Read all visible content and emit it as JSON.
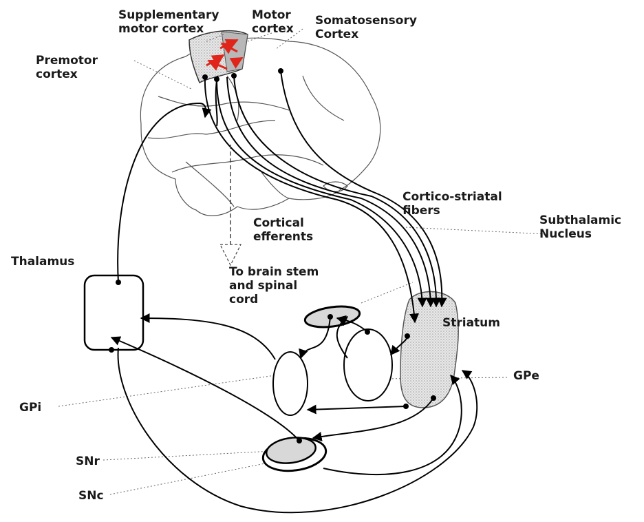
{
  "labels": {
    "supplementary_motor_cortex": "Supplementary\nmotor cortex",
    "motor_cortex": "Motor\ncortex",
    "somatosensory_cortex": "Somatosensory\nCortex",
    "premotor_cortex": "Premotor\ncortex",
    "cortico_striatal_fibers": "Cortico-striatal\nfibers",
    "cortical_efferents": "Cortical\nefferents",
    "subthalamic_nucleus": "Subthalamic\nNucleus",
    "thalamus": "Thalamus",
    "to_brain_stem": "To brain stem\nand spinal\ncord",
    "striatum": "Striatum",
    "gpe": "GPe",
    "gpi": "GPi",
    "snr": "SNr",
    "snc": "SNc"
  },
  "colors": {
    "cortex_fill": "#c8c8c8",
    "red_arrows": "#e0261b",
    "striatum_fill": "#d8d8d8",
    "stroke": "#000000"
  }
}
